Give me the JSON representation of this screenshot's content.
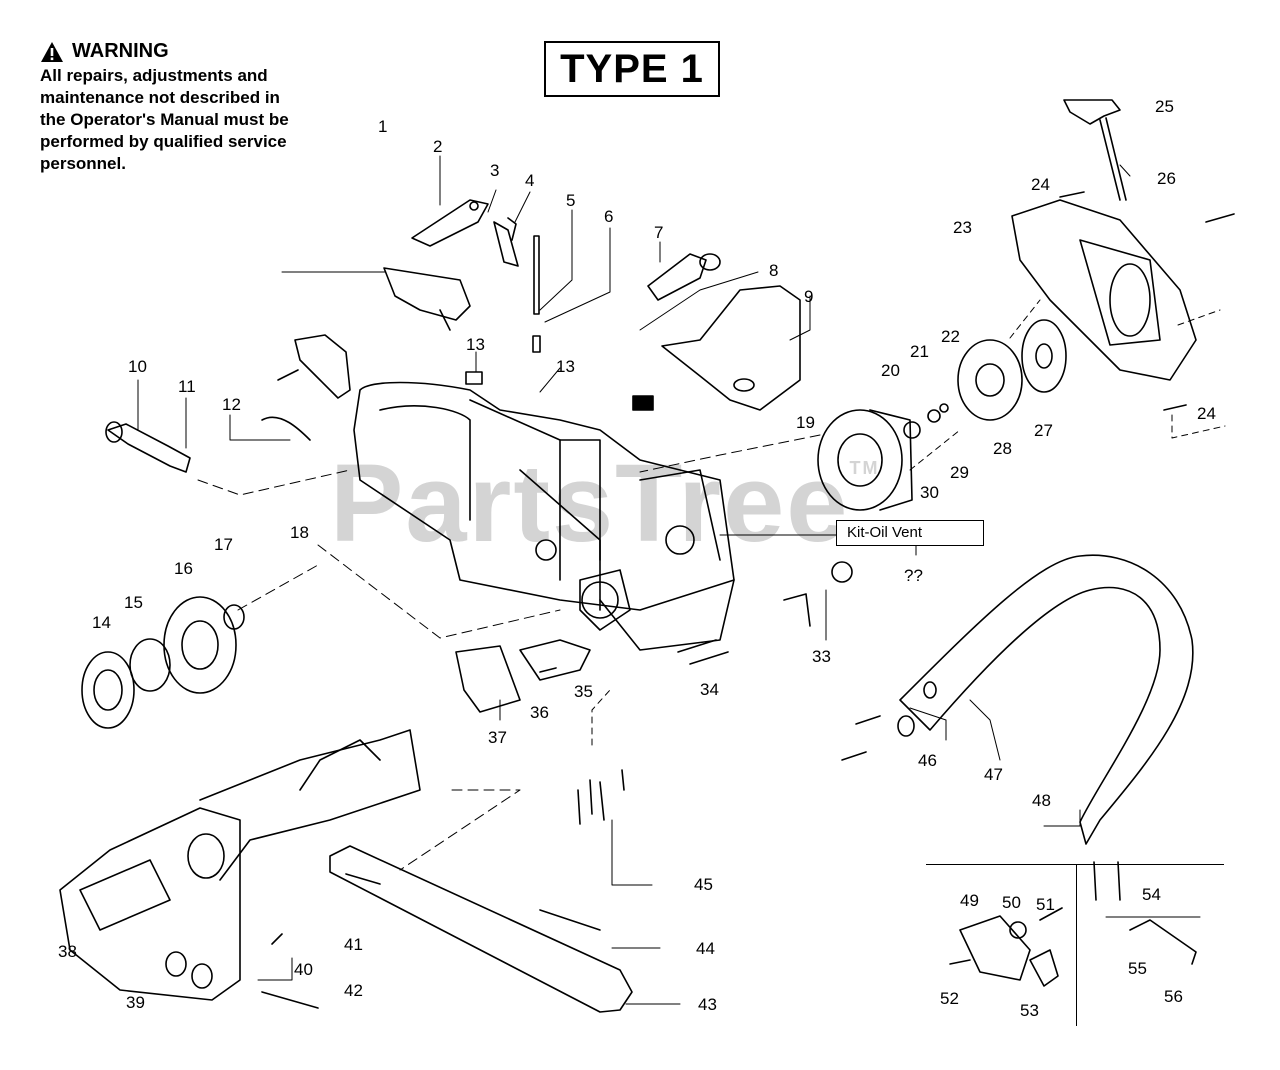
{
  "warning": {
    "title": "WARNING",
    "text": "All repairs, adjustments and maintenance not described in the Operator's Manual must be performed by qualified service personnel.",
    "icon": "warning-triangle-icon"
  },
  "type_label": "TYPE 1",
  "watermark": "PartsTree",
  "watermark_mark": "TM",
  "kit_label": "Kit-Oil Vent",
  "kit_ref": "??",
  "callouts": [
    "1",
    "2",
    "3",
    "4",
    "5",
    "6",
    "7",
    "8",
    "9",
    "10",
    "11",
    "12",
    "13",
    "13",
    "14",
    "15",
    "16",
    "17",
    "18",
    "19",
    "20",
    "21",
    "22",
    "23",
    "24",
    "24",
    "25",
    "26",
    "27",
    "28",
    "29",
    "30",
    "33",
    "34",
    "35",
    "36",
    "37",
    "38",
    "39",
    "40",
    "41",
    "42",
    "43",
    "44",
    "45",
    "46",
    "47",
    "48",
    "49",
    "50",
    "51",
    "52",
    "53",
    "54",
    "55",
    "56"
  ]
}
